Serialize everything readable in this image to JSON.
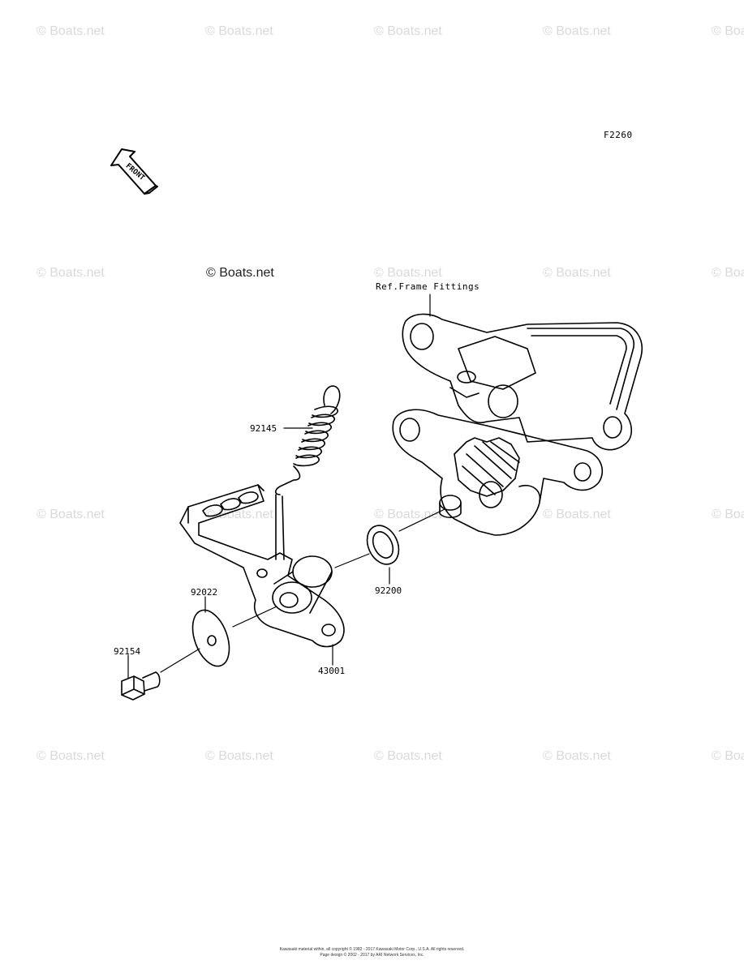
{
  "watermark": {
    "text": "© Boats.net",
    "main_text": "© Boats.net"
  },
  "diagram": {
    "code": "F2260",
    "front_arrow_label": "FRONT",
    "reference_label": "Ref.Frame Fittings"
  },
  "parts": [
    {
      "number": "92145",
      "description": "spring"
    },
    {
      "number": "92022",
      "description": "washer"
    },
    {
      "number": "92154",
      "description": "bolt"
    },
    {
      "number": "43001",
      "description": "brake pedal"
    },
    {
      "number": "92200",
      "description": "washer"
    }
  ],
  "footer": {
    "line1": "Kawasaki material within, all copyright © 1982 - 2017 Kawasaki Motor Corp., U.S.A. All rights reserved.",
    "line2": "Page design © 2002 - 2017 by ARI Network Services, Inc."
  },
  "colors": {
    "line": "#000000",
    "watermark": "#d9d9d9",
    "background": "#ffffff"
  }
}
